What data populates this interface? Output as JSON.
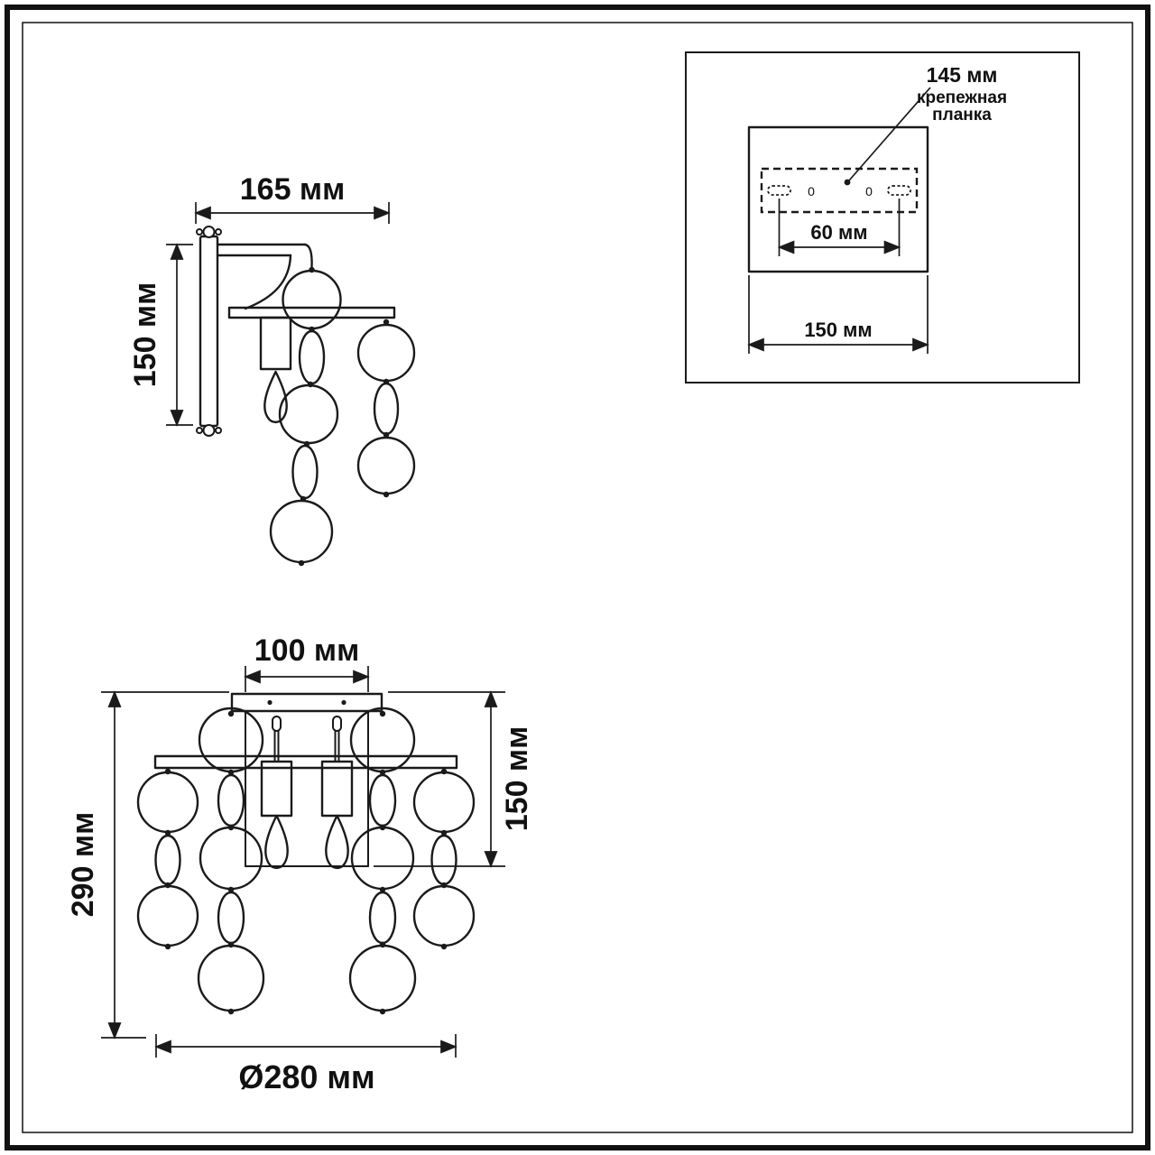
{
  "side_view": {
    "width_label": "165 мм",
    "height_label": "150 мм"
  },
  "mounting_inset": {
    "plate_size_label": "145 мм",
    "plate_name_line1": "крепежная",
    "plate_name_line2": "планка",
    "hole_left_mark": "0",
    "hole_right_mark": "0",
    "hole_spacing_label": "60 мм",
    "box_width_label": "150 мм"
  },
  "front_view": {
    "canopy_width_label": "100 мм",
    "body_height_label": "150 мм",
    "total_height_label": "290 мм",
    "diameter_label": "Ø280 мм"
  },
  "colors": {
    "line": "#1a1a1a",
    "background": "#ffffff"
  }
}
